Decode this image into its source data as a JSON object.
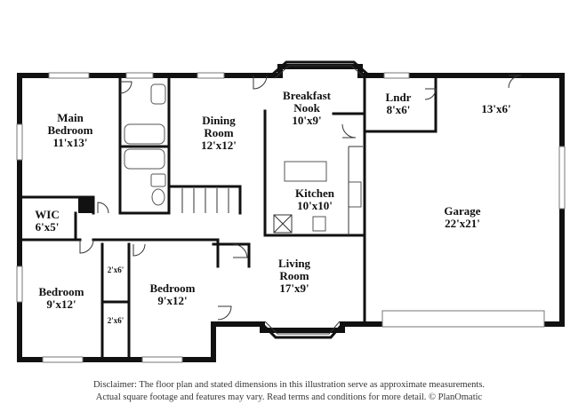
{
  "rooms": {
    "main_bedroom": {
      "name_1": "Main",
      "name_2": "Bedroom",
      "dims": "11'x13'"
    },
    "wic": {
      "name": "WIC",
      "dims": "6'x5'"
    },
    "dining": {
      "name_1": "Dining",
      "name_2": "Room",
      "dims": "12'x12'"
    },
    "breakfast": {
      "name_1": "Breakfast",
      "name_2": "Nook",
      "dims": "10'x9'"
    },
    "laundry": {
      "name": "Lndr",
      "dims": "8'x6'"
    },
    "storage": {
      "dims": "13'x6'"
    },
    "kitchen": {
      "name": "Kitchen",
      "dims": "10'x10'"
    },
    "garage": {
      "name": "Garage",
      "dims": "22'x21'"
    },
    "living": {
      "name_1": "Living",
      "name_2": "Room",
      "dims": "17'x9'"
    },
    "bedroom_1": {
      "name": "Bedroom",
      "dims": "9'x12'"
    },
    "bedroom_2": {
      "name": "Bedroom",
      "dims": "9'x12'"
    },
    "closet_1": {
      "dims": "2'x6'"
    },
    "closet_2": {
      "dims": "2'x6'"
    }
  },
  "disclaimer": {
    "line_1": "Disclaimer: The floor plan and stated dimensions in this illustration serve as approximate measurements.",
    "line_2": "Actual square footage and features may vary. Read terms and conditions for more detail. © PlanOmatic"
  }
}
